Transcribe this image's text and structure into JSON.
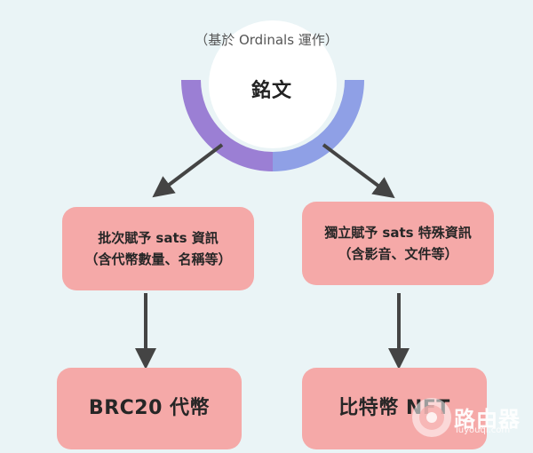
{
  "subtitle": "（基於 Ordinals 運作）",
  "center": {
    "title": "銘文"
  },
  "left_branch": {
    "top": {
      "line1": "批次賦予 sats 資訊",
      "line2": "（含代幣數量、名稱等）"
    },
    "bottom": {
      "label": "BRC20 代幣"
    }
  },
  "right_branch": {
    "top": {
      "line1": "獨立賦予 sats 特殊資訊",
      "line2": "（含影音、文件等）"
    },
    "bottom": {
      "label": "比特幣 NFT"
    }
  },
  "watermark": {
    "name": "路由器",
    "url": "luyouqi.com"
  },
  "colors": {
    "background": "#eaf4f6",
    "box": "#f5a9a8",
    "arc_left": "#9b7fd4",
    "arc_right": "#8fa0e6",
    "arrow": "#444444"
  }
}
